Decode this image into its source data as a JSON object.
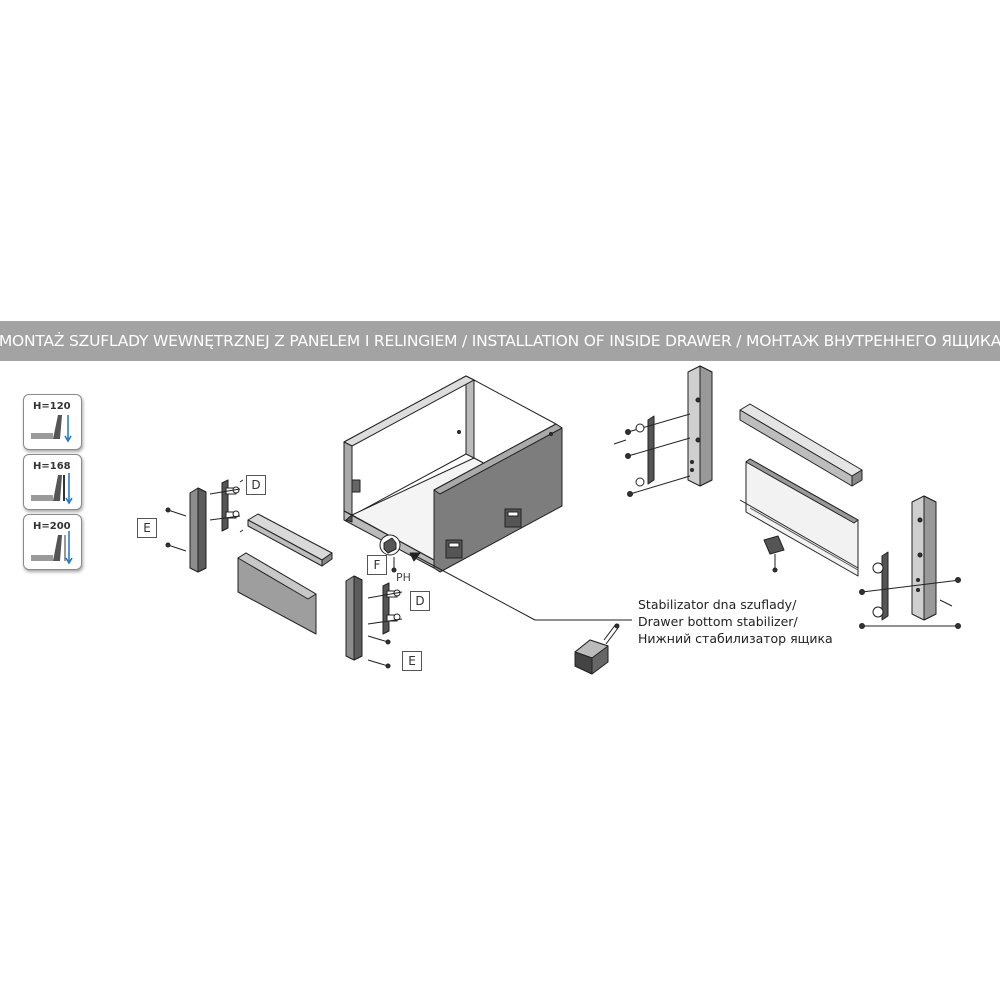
{
  "title": "MONTAŻ SZUFLADY WEWNĘTRZNEJ Z PANELEM I RELINGIEM / INSTALLATION OF INSIDE DRAWER / МОНТАЖ ВНУТРЕННЕГО ЯЩИКА",
  "heights": [
    {
      "label": "H=120"
    },
    {
      "label": "H=168"
    },
    {
      "label": "H=200"
    }
  ],
  "callouts": {
    "d_top": "D",
    "e_left": "E",
    "f": "F",
    "d_mid": "D",
    "e_bottom": "E",
    "ph": "PH"
  },
  "stabilizer_caption": {
    "line1": "Stabilizator dna szuflady/",
    "line2": "Drawer bottom stabilizer/",
    "line3": "Нижний стабилизатор ящика"
  }
}
